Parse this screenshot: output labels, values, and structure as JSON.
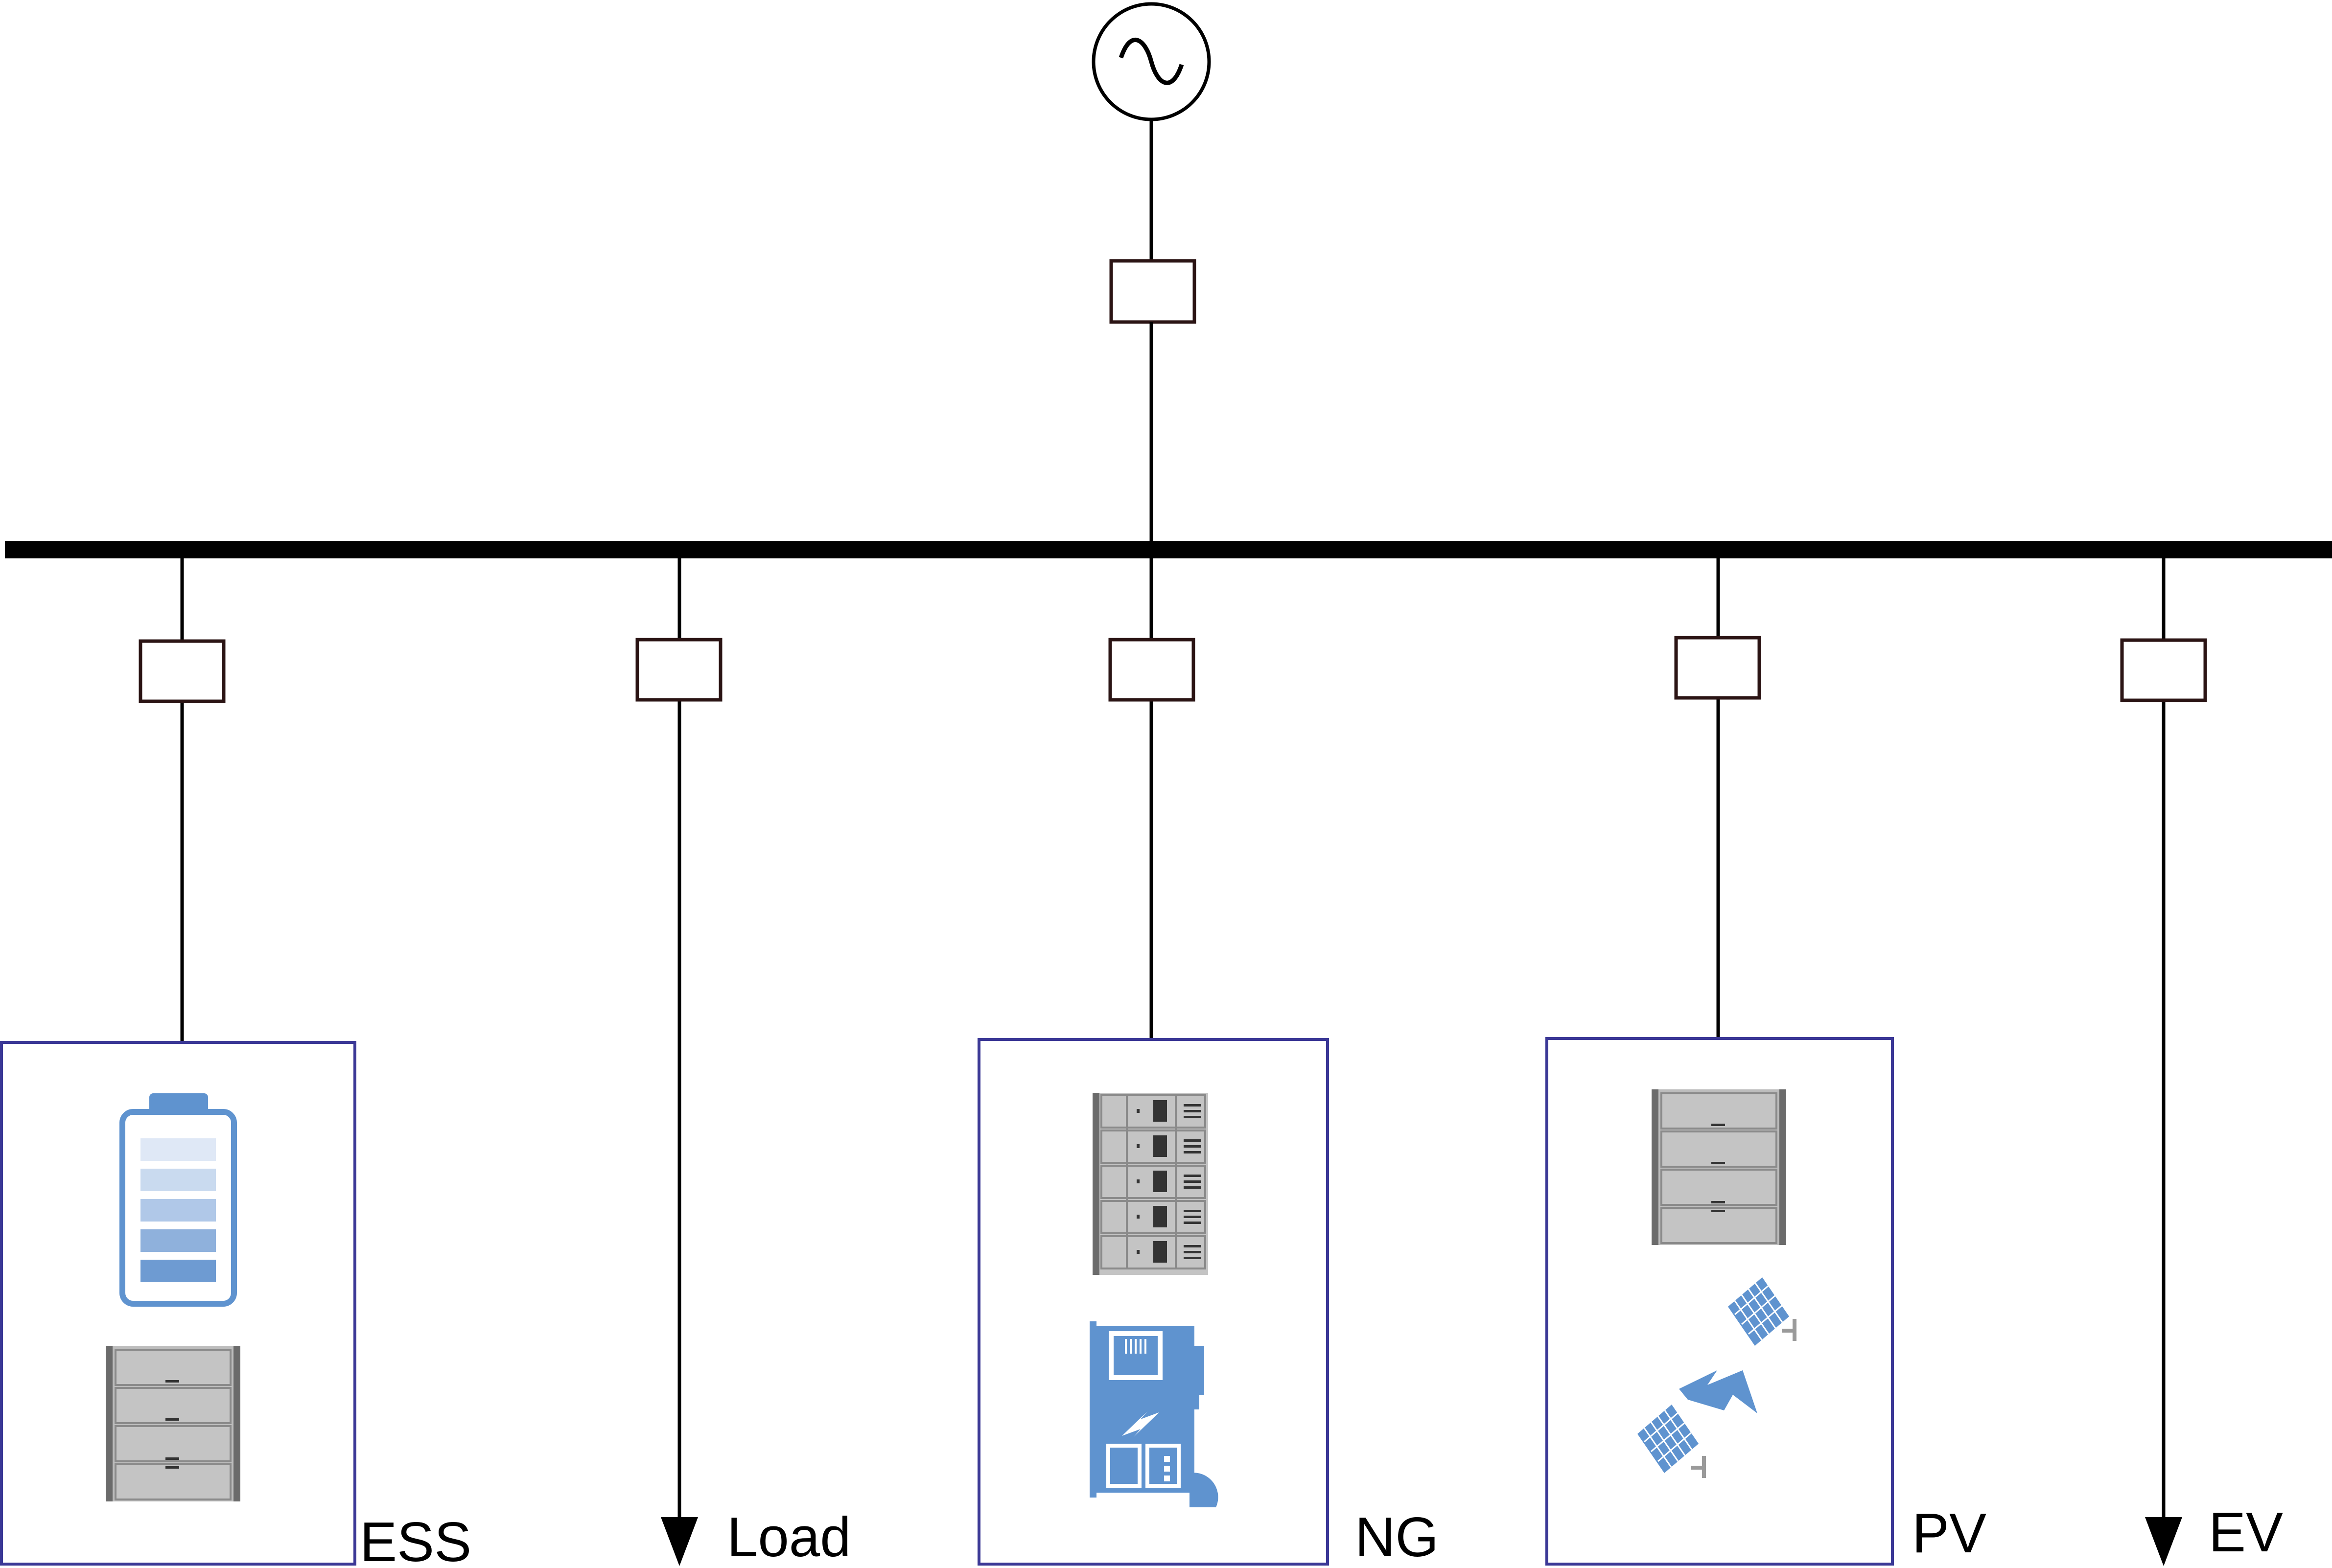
{
  "labels": {
    "ess": "ESS",
    "load": "Load",
    "ng": "NG",
    "pv": "PV",
    "ev": "EV"
  },
  "colors": {
    "line": "#000000",
    "breaker": "#2b1414",
    "box_border": "#3b3896",
    "accent_blue": "#5f93cf",
    "cabinet_gray": "#bdbdbd"
  },
  "icons": {
    "source": "ac-source-icon",
    "ess": [
      "battery-icon",
      "battery-cabinet-icon"
    ],
    "ng": [
      "switchgear-cabinet-icon",
      "gas-generator-icon"
    ],
    "pv": [
      "inverter-cabinet-icon",
      "solar-panels-icon"
    ]
  }
}
